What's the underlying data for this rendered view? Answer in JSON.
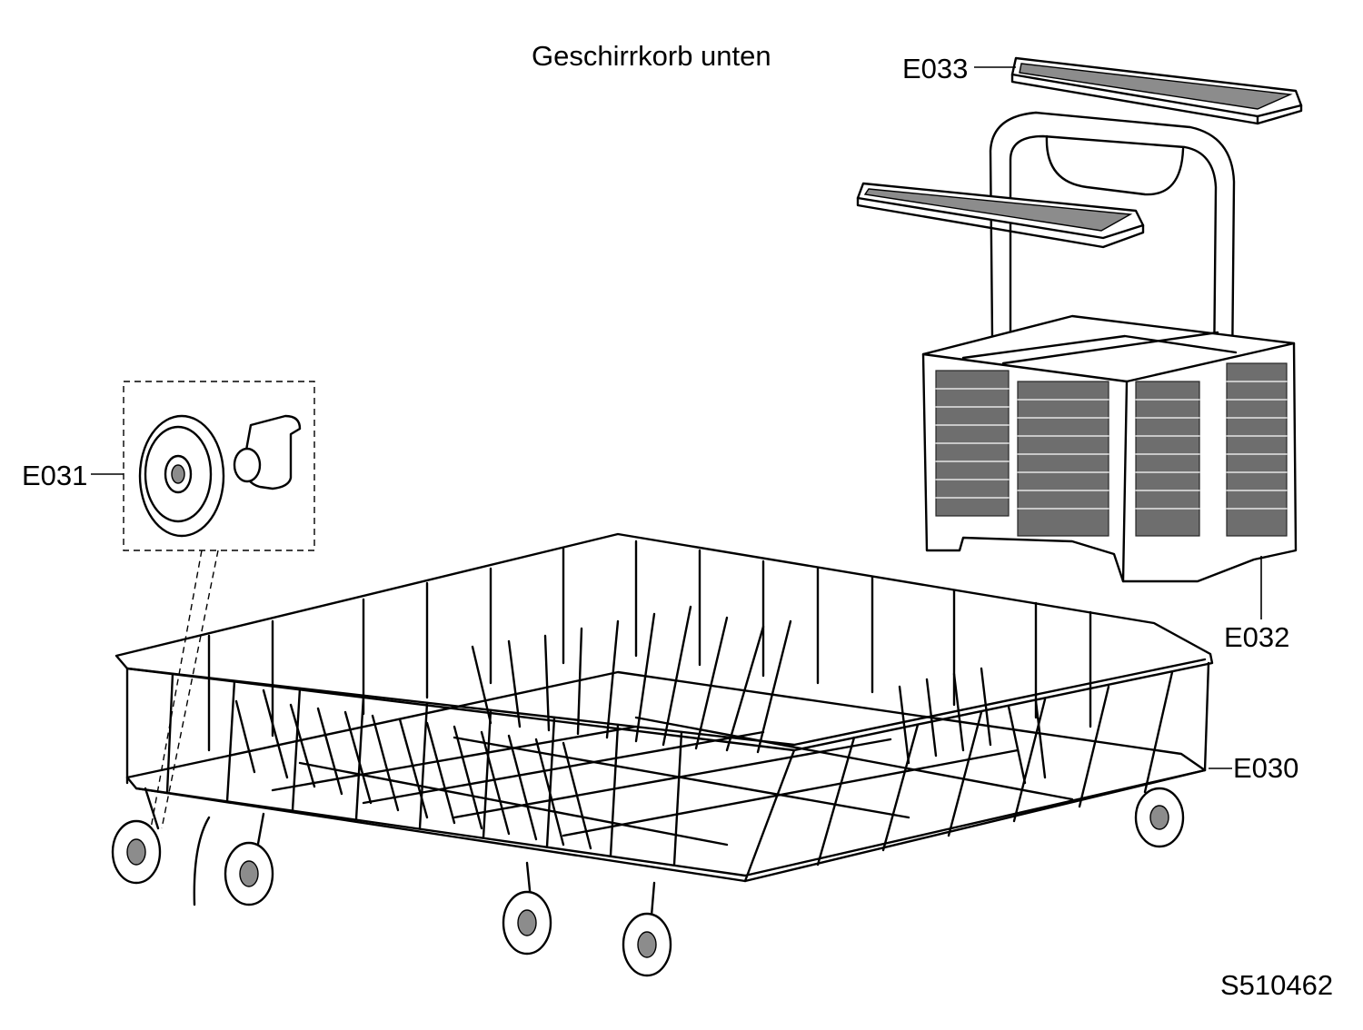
{
  "title": "Geschirrkorb unten",
  "drawing_code": "S510462",
  "parts": [
    {
      "id": "E030"
    },
    {
      "id": "E031"
    },
    {
      "id": "E032"
    },
    {
      "id": "E033"
    }
  ]
}
